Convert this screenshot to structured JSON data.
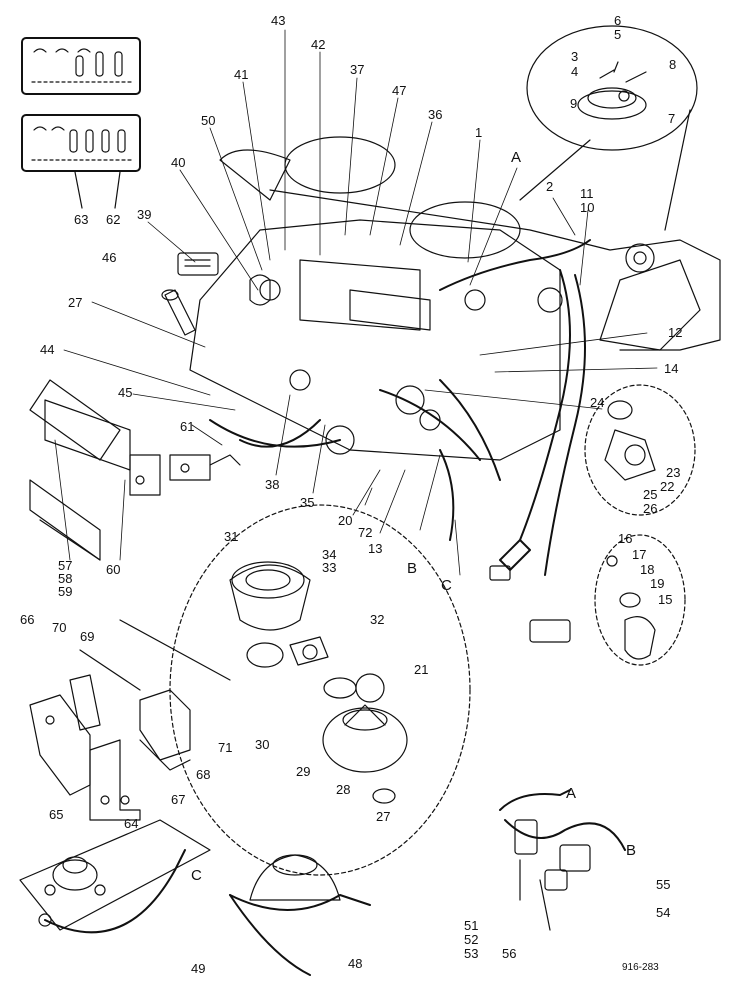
{
  "figure_id": "916-283",
  "letters": [
    "A",
    "B",
    "C"
  ],
  "callouts": {
    "n1": "1",
    "n2": "2",
    "n3": "3",
    "n4": "4",
    "n5": "5",
    "n6": "6",
    "n7": "7",
    "n8": "8",
    "n9": "9",
    "n10": "10",
    "n11": "11",
    "n12": "12",
    "n13": "13",
    "n14": "14",
    "n15": "15",
    "n16": "16",
    "n17": "17",
    "n18": "18",
    "n19": "19",
    "n20": "20",
    "n21": "21",
    "n22": "22",
    "n23": "23",
    "n24": "24",
    "n25": "25",
    "n26": "26",
    "n27": "27",
    "n28": "28",
    "n29": "29",
    "n30": "30",
    "n31": "31",
    "n32": "32",
    "n33": "33",
    "n34": "34",
    "n35": "35",
    "n36": "36",
    "n37": "37",
    "n38": "38",
    "n39": "39",
    "n40": "40",
    "n41": "41",
    "n42": "42",
    "n43": "43",
    "n44": "44",
    "n45": "45",
    "n46": "46",
    "n47": "47",
    "n48": "48",
    "n49": "49",
    "n50": "50",
    "n51": "51",
    "n52": "52",
    "n53": "53",
    "n54": "54",
    "n55": "55",
    "n56": "56",
    "n57": "57",
    "n58": "58",
    "n59": "59",
    "n60": "60",
    "n61": "61",
    "n62": "62",
    "n63": "63",
    "n64": "64",
    "n65": "65",
    "n66": "66",
    "n67": "67",
    "n68": "68",
    "n69": "69",
    "n70": "70",
    "n71": "71",
    "n72": "72"
  },
  "line_color": "#111111",
  "background": "#ffffff"
}
